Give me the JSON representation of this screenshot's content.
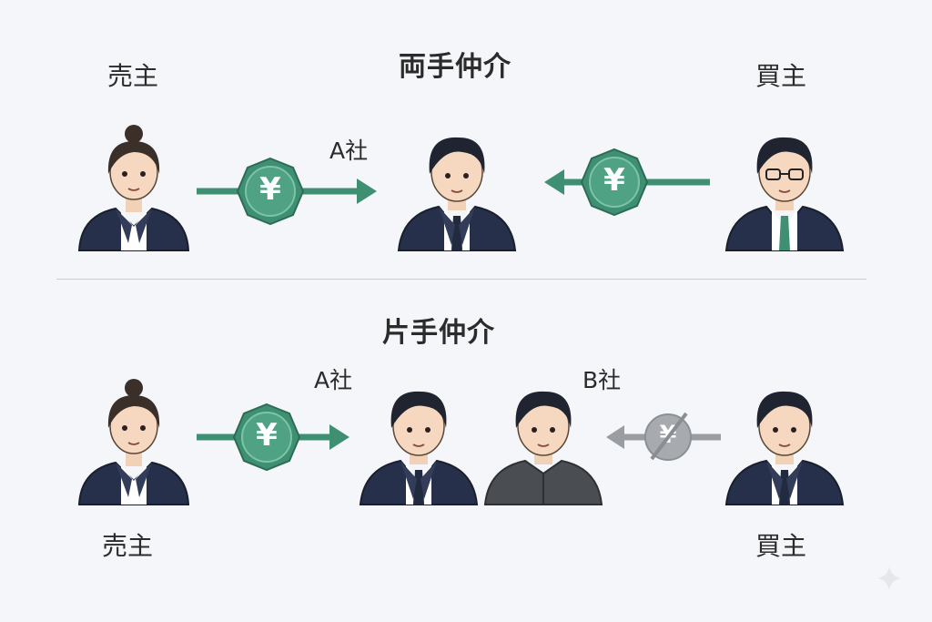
{
  "top": {
    "title": "両手仲介",
    "seller_label": "売主",
    "buyer_label": "買主",
    "company_label": "A社",
    "seller_payment": {
      "symbol": "¥",
      "status": "paid"
    },
    "buyer_payment": {
      "symbol": "¥",
      "status": "paid"
    }
  },
  "bottom": {
    "title": "片手仲介",
    "seller_label": "売主",
    "buyer_label": "買主",
    "company_a_label": "A社",
    "company_b_label": "B社",
    "seller_payment": {
      "symbol": "¥",
      "status": "paid"
    },
    "buyer_payment": {
      "symbol": "¥",
      "status": "crossed-out"
    }
  },
  "colors": {
    "background": "#f4f6f9",
    "payment_green": "#3f8f73",
    "payment_gray": "#9a9da2",
    "suit_navy": "#26304a"
  }
}
